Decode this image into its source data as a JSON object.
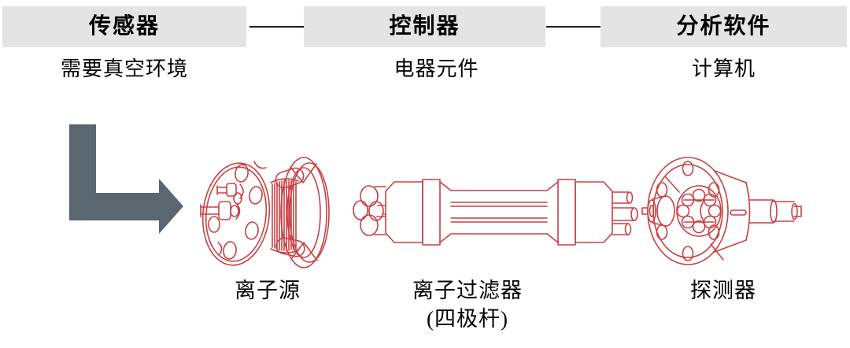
{
  "header": {
    "stages": [
      {
        "label": "传感器",
        "sublabel": "需要真空环境"
      },
      {
        "label": "控制器",
        "sublabel": "电器元件"
      },
      {
        "label": "分析软件",
        "sublabel": "计算机"
      }
    ]
  },
  "components": [
    {
      "name": "ion-source",
      "caption": "离子源"
    },
    {
      "name": "ion-filter",
      "caption": "离子过滤器",
      "caption2": "(四极杆)"
    },
    {
      "name": "detector",
      "caption": "探测器"
    }
  ],
  "colors": {
    "box_bg": "#e4e4e4",
    "connector": "#1a1a1a",
    "arrow": "#5a6670",
    "drawing": "#c94044",
    "text": "#000000",
    "page_bg": "#ffffff"
  }
}
